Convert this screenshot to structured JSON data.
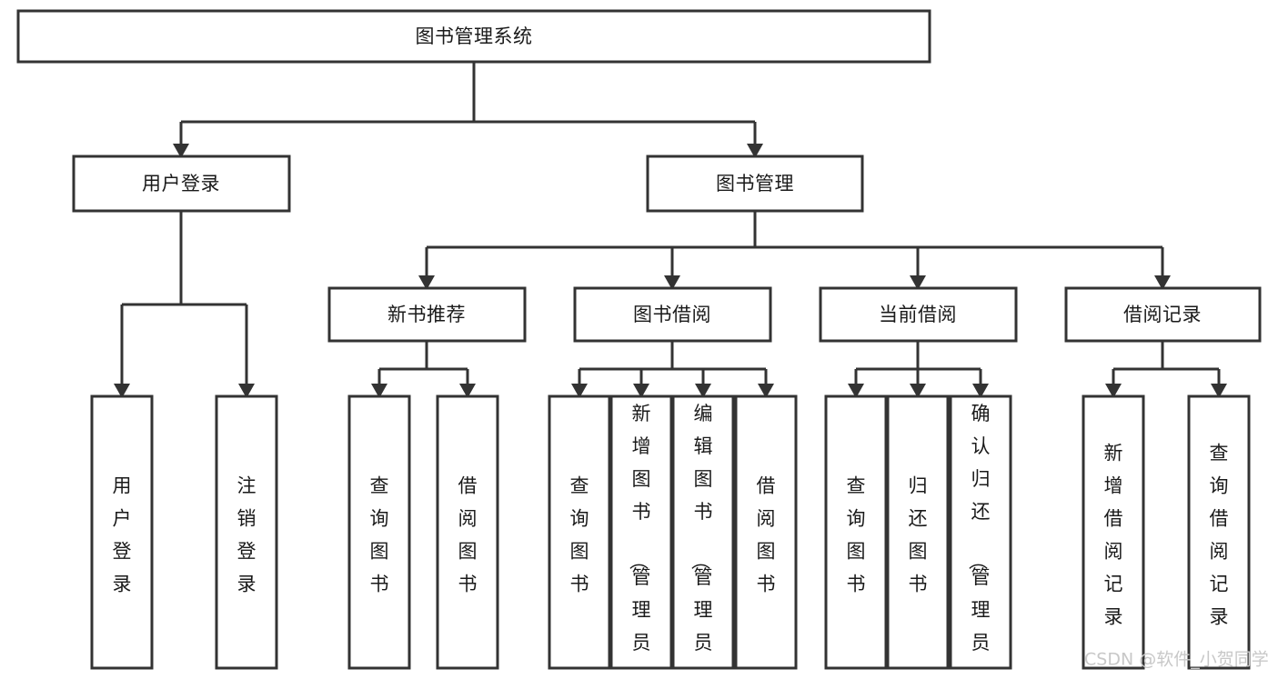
{
  "diagram": {
    "title": "图书管理系统",
    "type": "tree",
    "watermark": "CSDN @软件_小贺同学",
    "colors": {
      "box_stroke": "#333333",
      "box_fill": "#ffffff",
      "text": "#1a1a1a",
      "connector": "#333333",
      "watermark": "#c8c8c8",
      "background": "#ffffff"
    },
    "root": {
      "label": "图书管理系统"
    },
    "level2": [
      {
        "label": "用户登录"
      },
      {
        "label": "图书管理"
      }
    ],
    "level3": [
      {
        "label": "新书推荐"
      },
      {
        "label": "图书借阅"
      },
      {
        "label": "当前借阅"
      },
      {
        "label": "借阅记录"
      }
    ],
    "leaves": {
      "user_login": [
        {
          "label": "用户登录"
        },
        {
          "label": "注销登录"
        }
      ],
      "new_book_recommend": [
        {
          "label": "查询图书"
        },
        {
          "label": "借阅图书"
        }
      ],
      "book_borrow": [
        {
          "label": "查询图书"
        },
        {
          "label": "新增图书（管理员）"
        },
        {
          "label": "编辑图书（管理员）"
        },
        {
          "label": "借阅图书"
        }
      ],
      "current_borrow": [
        {
          "label": "查询图书"
        },
        {
          "label": "归还图书"
        },
        {
          "label": "确认归还（管理员）"
        }
      ],
      "borrow_record": [
        {
          "label": "新增借阅记录"
        },
        {
          "label": "查询借阅记录"
        }
      ]
    }
  }
}
